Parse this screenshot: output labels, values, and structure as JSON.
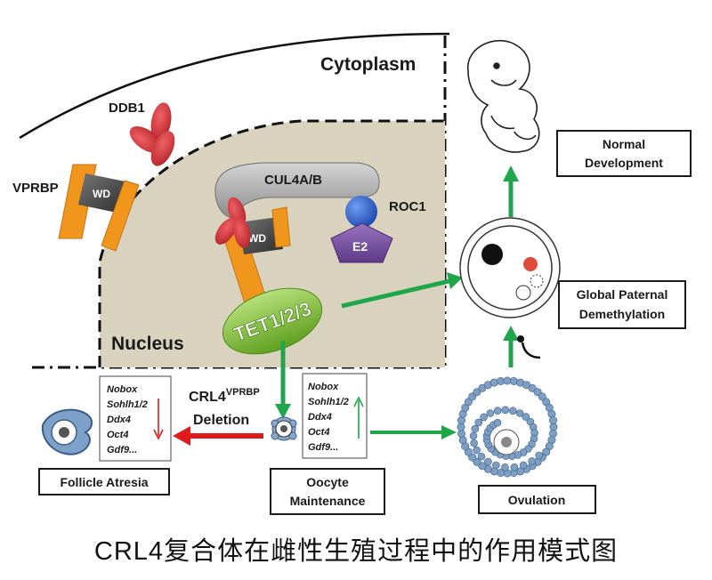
{
  "labels": {
    "cytoplasm": "Cytoplasm",
    "nucleus": "Nucleus",
    "ddb1": "DDB1",
    "vprbp": "VPRBP",
    "wd": "WD",
    "cul4": "CUL4A/B",
    "roc1": "ROC1",
    "e2": "E2",
    "tet": "TET1/2/3",
    "crl4_base": "CRL4",
    "crl4_sup": "VPRBP",
    "deletion": "Deletion"
  },
  "boxes": {
    "normal_development": [
      "Normal",
      "Development"
    ],
    "global_demethylation": [
      "Global Paternal",
      "Demethylation"
    ],
    "follicle_atresia": "Follicle Atresia",
    "oocyte_maintenance": [
      "Oocyte",
      "Maintenance"
    ],
    "ovulation": "Ovulation"
  },
  "gene_list_down": [
    "Nobox",
    "Sohlh1/2",
    "Ddx4",
    "Oct4",
    "Gdf9..."
  ],
  "gene_list_up": [
    "Nobox",
    "Sohlh1/2",
    "Ddx4",
    "Oct4",
    "Gdf9..."
  ],
  "caption": "CRL4复合体在雌性生殖过程中的作用模式图",
  "colors": {
    "nucleus_fill": "#d9d2bf",
    "orange": "#f0961c",
    "red_protein": "#d0373b",
    "green_arrow": "#1fa64a",
    "red_arrow": "#e01b1b",
    "tet_green": "#8cc63f",
    "purple_e2": "#7a4fa0",
    "blue_roc1": "#2d62c8",
    "cul_gray": "#a7a7a7"
  }
}
